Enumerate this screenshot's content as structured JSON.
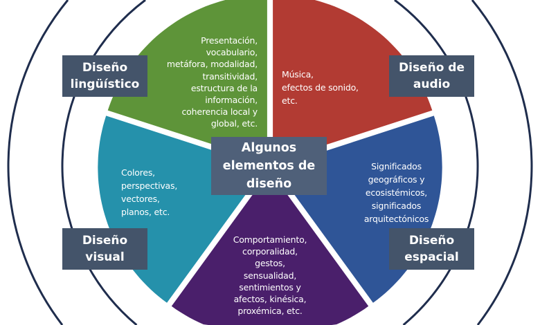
{
  "center_title": [
    "Algunos",
    "elementos de",
    "diseño"
  ],
  "colors": {
    "linguistic": "#5e9439",
    "audio": "#b23b33",
    "spatial": "#2f5597",
    "gestural": "#4a1f6b",
    "visual": "#2591ab",
    "box": "#44546a",
    "ring": "#1f2d4d"
  },
  "modes": {
    "linguistic": {
      "label": [
        "Diseño",
        "lingüístico"
      ],
      "items": [
        "Presentación,",
        "vocabulario,",
        "metáfora, modalidad,",
        "transitividad,",
        "estructura de la",
        "información,",
        "coherencia local  y",
        "global, etc."
      ]
    },
    "audio": {
      "label": [
        "Diseño de",
        "audio"
      ],
      "items": [
        "Música,",
        "efectos de sonido,",
        "etc."
      ]
    },
    "spatial": {
      "label": [
        "Diseño",
        "espacial"
      ],
      "items": [
        "Significados",
        "geográficos y",
        "ecosistémicos,",
        "significados",
        "arquitectónicos"
      ]
    },
    "gestural": {
      "items": [
        "Comportamiento,",
        "corporalidad,",
        "gestos,",
        "sensualidad,",
        "sentimientos y",
        "afectos, kinésica,",
        "proxémica, etc."
      ]
    },
    "visual": {
      "label": [
        "Diseño",
        "visual"
      ],
      "items": [
        "Colores,",
        "perspectivas,",
        "vectores,",
        "planos, etc."
      ]
    }
  }
}
